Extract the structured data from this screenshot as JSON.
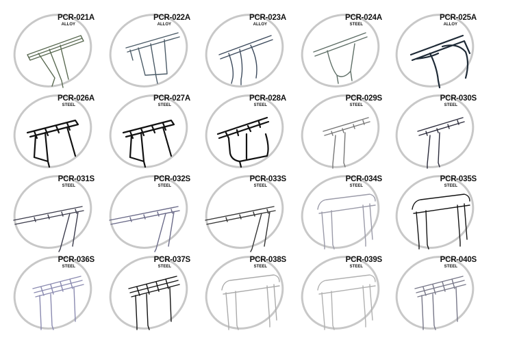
{
  "racks": [
    {
      "code": "PCR-021A",
      "material": "ALLOY",
      "color": "#5a6a52",
      "style": "alloy-twin"
    },
    {
      "code": "PCR-022A",
      "material": "ALLOY",
      "color": "#4a5a66",
      "style": "alloy-frame"
    },
    {
      "code": "PCR-023A",
      "material": "ALLOY",
      "color": "#3c4a5c",
      "style": "alloy-curve"
    },
    {
      "code": "PCR-024A",
      "material": "STEEL",
      "color": "#5e6e66",
      "style": "alloy-loop"
    },
    {
      "code": "PCR-025A",
      "material": "ALLOY",
      "color": "#1e2a36",
      "style": "alloy-bold"
    },
    {
      "code": "PCR-026A",
      "material": "STEEL",
      "color": "#111111",
      "style": "box-frame"
    },
    {
      "code": "PCR-027A",
      "material": "STEEL",
      "color": "#111111",
      "style": "box-frame"
    },
    {
      "code": "PCR-028A",
      "material": "STEEL",
      "color": "#111111",
      "style": "box-loop"
    },
    {
      "code": "PCR-029S",
      "material": "STEEL",
      "color": "#777777",
      "style": "tall-strut"
    },
    {
      "code": "PCR-030S",
      "material": "STEEL",
      "color": "#2a2a3a",
      "style": "tall-strut"
    },
    {
      "code": "PCR-031S",
      "material": "STEEL",
      "color": "#3a3a4a",
      "style": "long-strut"
    },
    {
      "code": "PCR-032S",
      "material": "STEEL",
      "color": "#6a6a88",
      "style": "long-strut"
    },
    {
      "code": "PCR-033S",
      "material": "STEEL",
      "color": "#333333",
      "style": "long-strut"
    },
    {
      "code": "PCR-034S",
      "material": "STEEL",
      "color": "#9a9aa8",
      "style": "wide-struts"
    },
    {
      "code": "PCR-035S",
      "material": "STEEL",
      "color": "#111111",
      "style": "wide-struts"
    },
    {
      "code": "PCR-036S",
      "material": "STEEL",
      "color": "#8a8ab0",
      "style": "basket"
    },
    {
      "code": "PCR-037S",
      "material": "STEEL",
      "color": "#111111",
      "style": "basket"
    },
    {
      "code": "PCR-038S",
      "material": "STEEL",
      "color": "#aaaaaa",
      "style": "wide-struts"
    },
    {
      "code": "PCR-039S",
      "material": "STEEL",
      "color": "#b0b0b0",
      "style": "wide-struts"
    },
    {
      "code": "PCR-040S",
      "material": "STEEL",
      "color": "#777788",
      "style": "basket"
    }
  ]
}
